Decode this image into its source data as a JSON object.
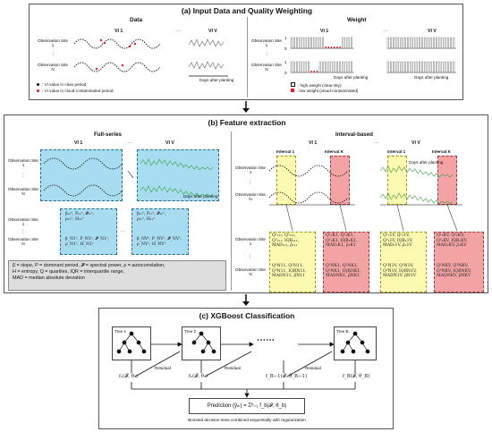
{
  "panel_a": {
    "title": "(a) Input Data and Quality Weighting",
    "data_header": "Data",
    "weight_header": "Weight",
    "vi_1": "VI 1",
    "vi_v": "VI V",
    "dots": "⋯",
    "vdots": "⋮",
    "site_1": "Observation Site 1",
    "site_n": "Observation Site N",
    "days_after_planting": "Days after planting",
    "legend_clear": ": VI value in clear period",
    "legend_cloud": ": VI value in cloud-contaminated period",
    "legend_high": ": high weight (clear-sky)",
    "legend_low": ": low weight (cloud-contaminated)",
    "axis_one": "1",
    "axis_zero": "0"
  },
  "panel_b": {
    "title": "(b) Feature extraction",
    "full_series": "Full-series",
    "interval_based": "Interval-based",
    "vi_1": "VI 1",
    "vi_v": "VI V",
    "interval_1": "Interval 1",
    "interval_k": "Interval K",
    "site_1": "Observation Site 1",
    "site_n": "Observation Site N",
    "days_after_planting": "Days after planting",
    "dots": "⋯",
    "vdots": "⋮",
    "feat_full_11": [
      "β₁₁ᵛ, P₁₁ᵛ, 𝓟₁₁ᵛ,",
      "ρ₁₁ᵛ, H₁₁ᵛ"
    ],
    "feat_full_N1": [
      "β_N1ᵛ, P_N1ᵛ, 𝓟_N1ᵛ,",
      "ρ_N1ᵛ, H_N1ᵛ"
    ],
    "feat_full_1V": [
      "β₁ᵥᵛ, P₁ᵥᵛ, 𝓟₁ᵥᵛ,",
      "ρ₁ᵥᵛ, H₁ᵥᵛ"
    ],
    "feat_full_NV": [
      "β_NVᵛ, P_NVᵛ, 𝓟_NVᵛ,",
      "ρ_NVᵛ, H_NVᵛ"
    ],
    "feat_int_y1": [
      "Q¹₁₁₁, Q²₁₁₁,",
      "Q³₁₁₁, IQR₁₁₁,",
      "MAD₁₁₁, ρ̃₁₁₁"
    ],
    "feat_int_r1": [
      "Q¹₁K1, Q²₁K1,",
      "Q³₁K1, IQR₁K1,",
      "MAD₁K1, ρ̃₁K1"
    ],
    "feat_int_y2": [
      "Q¹₁1V, Q²₁1V,",
      "Q³₁1V, IQR₁1V,",
      "MAD₁1V, ρ̃₁1V"
    ],
    "feat_int_r2": [
      "Q¹₁KV, Q²₁KV,",
      "Q³₁KV, IQR₁KV,",
      "MAD₁KV, ρ̃₁KV"
    ],
    "feat_int_y1n": [
      "Q¹N11, Q²N11,",
      "Q³N11, IQRN11,",
      "MADN11, ρ̃N11"
    ],
    "feat_int_r1n": [
      "Q¹NK1, Q²NK1,",
      "Q³NK1, IQRNK1,",
      "MADNK1, ρ̃NK1"
    ],
    "feat_int_y2n": [
      "Q¹N1V, Q²N1V,",
      "Q³N1V, IQRN1V,",
      "MADN1V, ρ̃N1V"
    ],
    "feat_int_r2n": [
      "Q¹NKV, Q²NKV,",
      "Q³NKV, IQRNKV,",
      "MADNKV, ρ̃NKV"
    ],
    "legend_lines": [
      "β = slope, P = dominant period, 𝓟 = spectral power, ρ = autocorrelation,",
      "H = entropy, Q = quartiles, IQR = interquartile range,",
      "MAD = median absolute deviation"
    ]
  },
  "panel_c": {
    "title": "(c) XGBoost Classification",
    "tree_1": "Tree 1",
    "tree_2": "Tree 2",
    "tree_b": "Tree B",
    "residual": "Residual",
    "dots": "⋯⋯",
    "f1": "f₁(𝓕, θ₁)",
    "f2": "f₂(𝓕, θ₂)",
    "fb1": "f_B−1(𝓕, θ_B−1)",
    "fb": "f_B(𝓕, θ_B)",
    "prediction": "Prediction (ŷᵢₖ) = Σᵇ₌₁ f_b(𝓕, θ_b)",
    "caption": "Boosted decision trees combined sequentially with regularization"
  },
  "colors": {
    "cyan": "#a8dcf0",
    "yellow": "#fbfab0",
    "red": "#f3a3a3",
    "cloud": "#e02020"
  }
}
